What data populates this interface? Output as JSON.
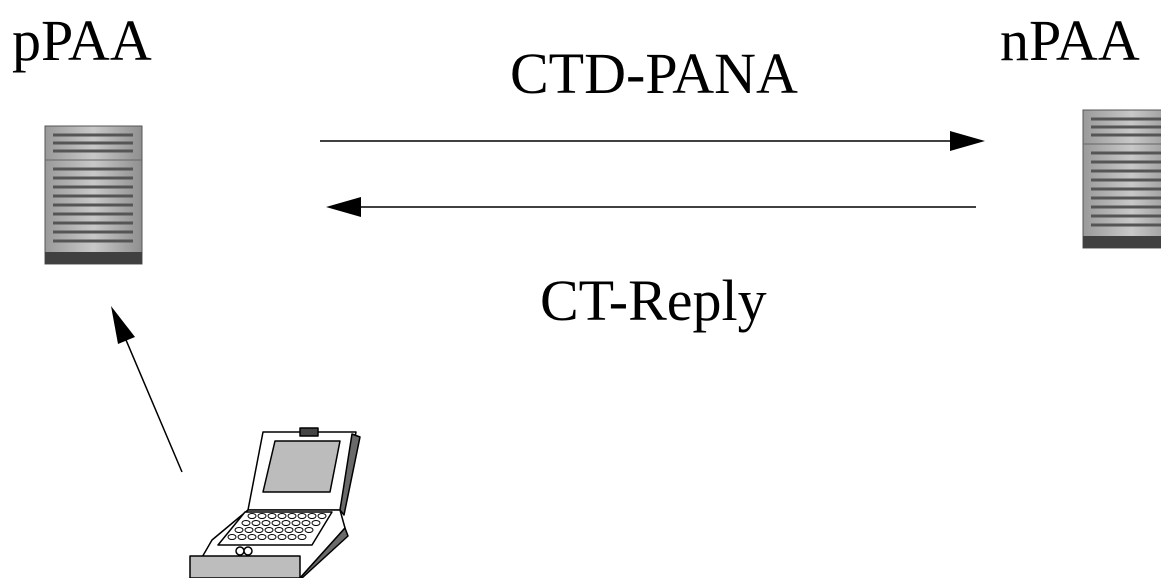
{
  "nodes": {
    "previous_paa": {
      "label": "pPAA"
    },
    "new_paa": {
      "label": "nPAA"
    }
  },
  "messages": {
    "request": {
      "label": "CTD-PANA"
    },
    "reply": {
      "label": "CT-Reply"
    }
  }
}
